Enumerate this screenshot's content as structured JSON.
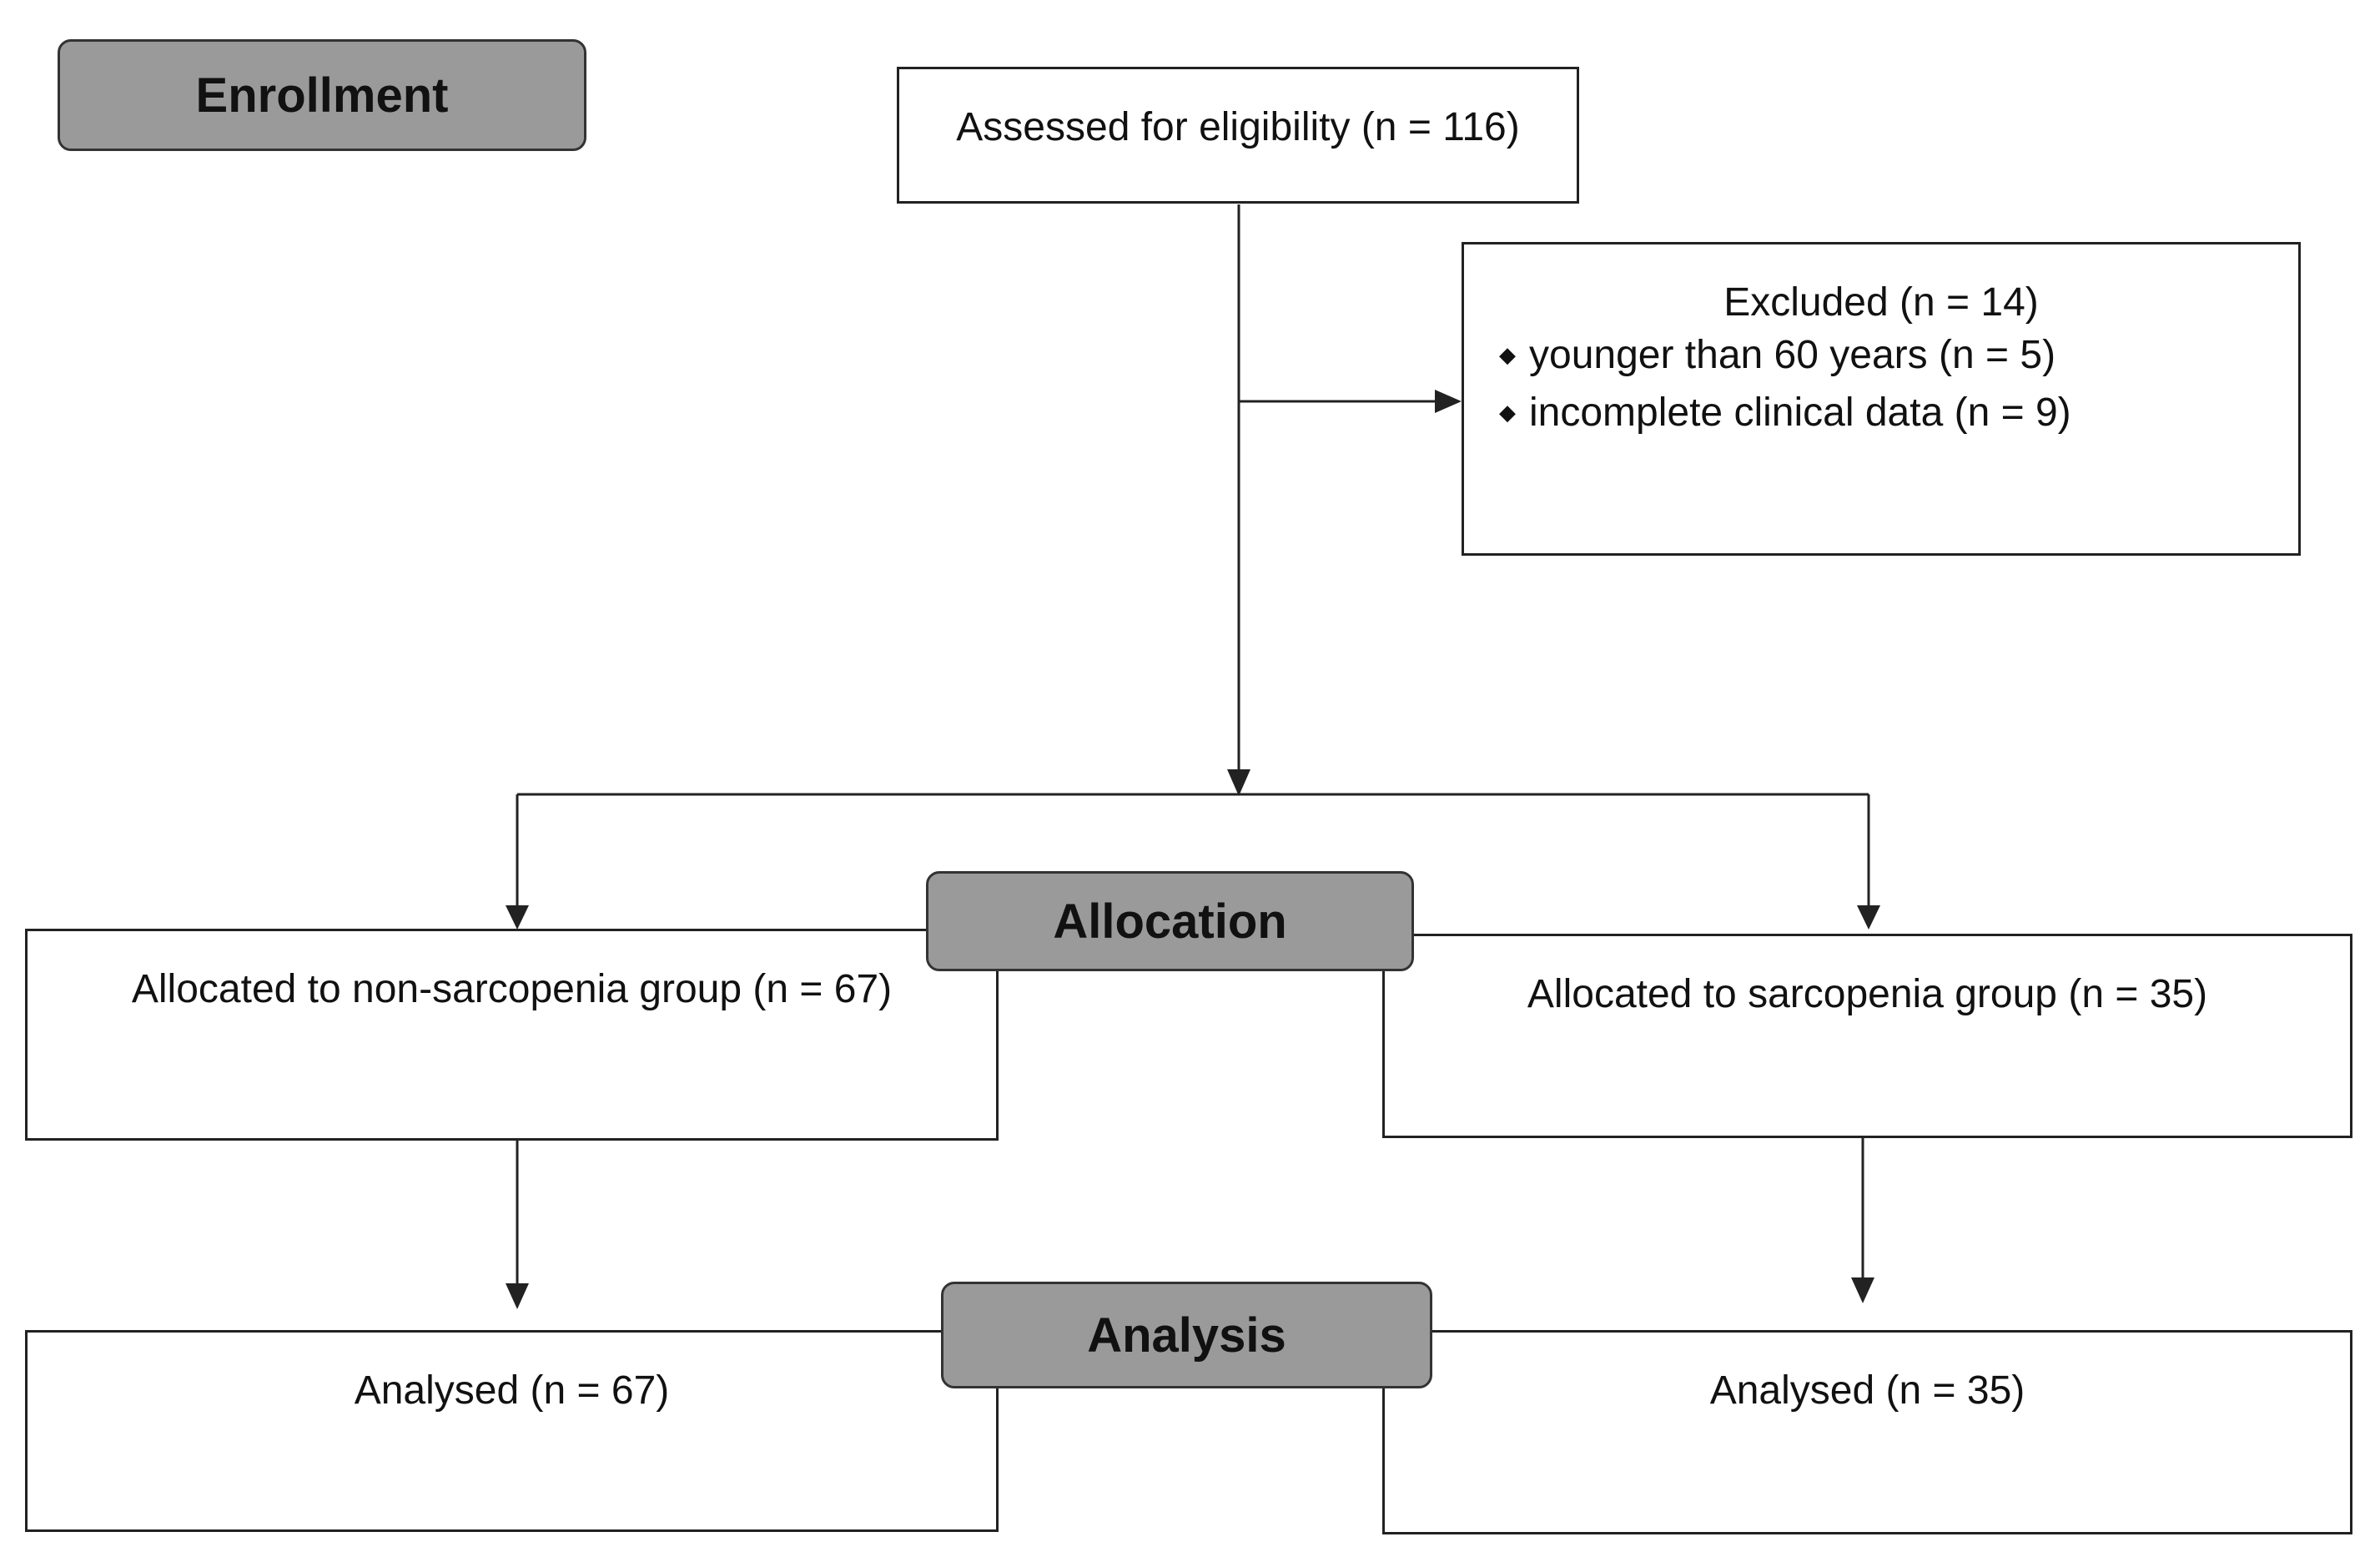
{
  "stages": {
    "enrollment": "Enrollment",
    "allocation": "Allocation",
    "analysis": "Analysis"
  },
  "boxes": {
    "assessed": "Assessed for eligibility (n = 116)",
    "excluded": {
      "title": "Excluded (n = 14)",
      "bullet_icon": "diamond-bullet-icon",
      "items": [
        "younger than 60 years (n = 5)",
        "incomplete clinical data (n = 9)"
      ]
    },
    "allocated_non_sarcopenia": "Allocated to non-sarcopenia group (n = 67)",
    "allocated_sarcopenia": "Allocated to sarcopenia group (n = 35)",
    "analysed_non_sarcopenia": "Analysed (n = 67)",
    "analysed_sarcopenia": "Analysed (n = 35)"
  },
  "colors": {
    "stage_fill": "#9a9a9a",
    "line": "#222222",
    "background": "#ffffff"
  }
}
